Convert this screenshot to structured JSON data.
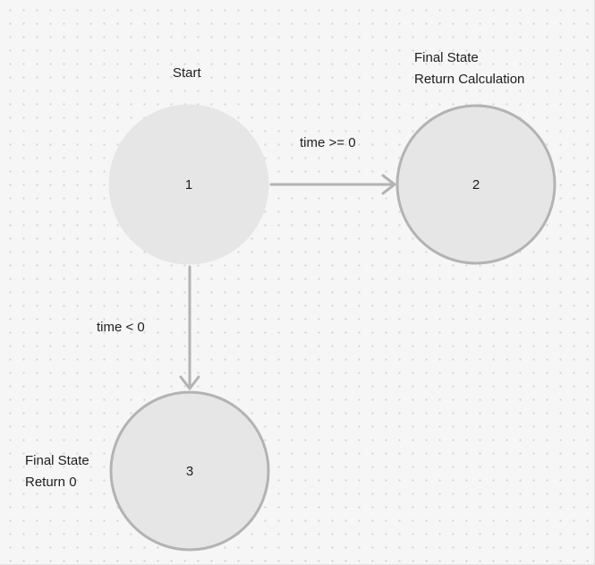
{
  "diagram": {
    "nodes": [
      {
        "id": "1",
        "label": "1",
        "caption": [
          "Start"
        ],
        "fill": "#e6e6e6",
        "stroke": "#e6e6e6"
      },
      {
        "id": "2",
        "label": "2",
        "caption": [
          "Final State",
          "Return Calculation"
        ],
        "fill": "#e6e6e6",
        "stroke": "#b3b3b3"
      },
      {
        "id": "3",
        "label": "3",
        "caption": [
          "Final State",
          "Return 0"
        ],
        "fill": "#e6e6e6",
        "stroke": "#b3b3b3"
      }
    ],
    "edges": [
      {
        "from": "1",
        "to": "2",
        "label": "time >= 0",
        "color": "#b3b3b3"
      },
      {
        "from": "1",
        "to": "3",
        "label": "time < 0",
        "color": "#b3b3b3"
      }
    ]
  },
  "colors": {
    "background": "#f6f6f6",
    "grid_dot": "#d4d4d4",
    "text": "#1e1e1e"
  }
}
